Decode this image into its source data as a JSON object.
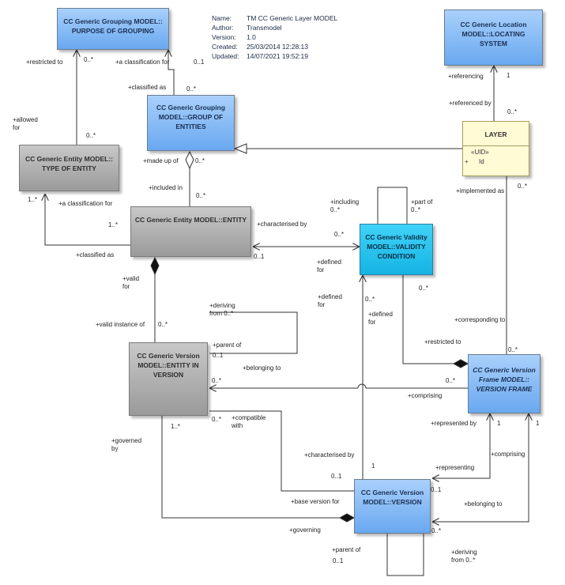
{
  "note": {
    "rows": [
      {
        "key": "Name:",
        "value": "TM CC Generic Layer MODEL"
      },
      {
        "key": "Author:",
        "value": "Transmodel"
      },
      {
        "key": "Version:",
        "value": "1.0"
      },
      {
        "key": "Created:",
        "value": "25/03/2014 12:28:13"
      },
      {
        "key": "Updated:",
        "value": "14/07/2021 19:52:19"
      }
    ]
  },
  "classes": {
    "purpose_of_grouping": "CC Generic Grouping MODEL::\nPURPOSE OF GROUPING",
    "location_locating_system": "CC Generic Location\nMODEL::LOCATING\nSYSTEM",
    "group_of_entities": "CC Generic Grouping\nMODEL::GROUP OF\nENTITIES",
    "type_of_entity": "CC Generic Entity MODEL::\nTYPE OF ENTITY",
    "layer": {
      "title": "LAYER",
      "stereotype": "«UID»",
      "attribute": "+      Id"
    },
    "entity": "CC Generic Entity MODEL::ENTITY",
    "validity_condition": "CC Generic Validity\nMODEL::VALIDITY\nCONDITION",
    "entity_in_version": "CC Generic Version\nMODEL::ENTITY IN\nVERSION",
    "version_frame": "CC Generic Version\nFrame MODEL::\nVERSION FRAME",
    "version": "CC Generic Version\nMODEL::VERSION"
  },
  "labels": {
    "restricted_to_1": "+restricted to",
    "mult_0n_1": "0..*",
    "a_classification_for_1": "+a  classification for",
    "mult_01_1": "0..1",
    "classified_as_1": "+classified as",
    "mult_0n_2": "0..*",
    "allowed_for": "+allowed\nfor",
    "mult_0n_3": "0..*",
    "referencing": "+referencing",
    "mult_1_1": "1",
    "referenced_by": "+referenced by",
    "mult_0n_4": "0..*",
    "made_up_of": "+made up of",
    "mult_0n_5": "0..*",
    "included_in": "+included in",
    "mult_0n_6": "0..*",
    "implemented_as": "+implemented as",
    "mult_0n_7": "0..*",
    "mult_1n_1": "1..*",
    "a_classification_for_2": "+a classification for",
    "mult_1n_2": "1..*",
    "classified_as_2": "+classified as",
    "including": "+including\n0..*",
    "part_of": "+part of\n0..*",
    "characterised_by_1": "+characterised by",
    "mult_0n_8": "0..*",
    "mult_01_2": "0..1",
    "defined_for_1": "+defined\nfor",
    "valid_for": "+valid\nfor",
    "mult_0n_9": "0..*",
    "defined_for_2": "+defined\nfor",
    "mult_0n_10": "0..*",
    "deriving_from_1": "+deriving\nfrom 0..*",
    "valid_instance_of": "+valid instance of",
    "mult_0n_11": "0..*",
    "parent_of_1": "+parent of",
    "mult_01_3": "0..1",
    "defined_for_3": "+defined\nfor",
    "corresponding_to": "+corresponding to",
    "restricted_to_2": "+restricted to",
    "belonging_to_1": "+belonging to",
    "mult_0n_12": "0..*",
    "mult_0n_13": "0..*",
    "comprising_1": "+comprising",
    "mult_0n_14": "0..*",
    "mult_0n_15": "0..*",
    "compatible_with": "+compatible\nwith",
    "mult_1n_3": "1..*",
    "governed_by": "+governed\nby",
    "represented_by": "+represented by",
    "mult_1_2": "1",
    "mult_1_3": "1",
    "comprising_2": "+comprising",
    "characterised_by_2": "+characterised by",
    "mult_1_4": "1",
    "representing": "+representing",
    "mult_01_4": "0..1",
    "mult_01_5": "0..1",
    "base_version_for": "+base version for",
    "belonging_to_2": "+belonging to",
    "governing": "+governing",
    "mult_0n_16": "0..*",
    "parent_of_2": "+parent of",
    "mult_01_6": "0..1",
    "deriving_from_2": "+deriving\nfrom 0..*"
  }
}
